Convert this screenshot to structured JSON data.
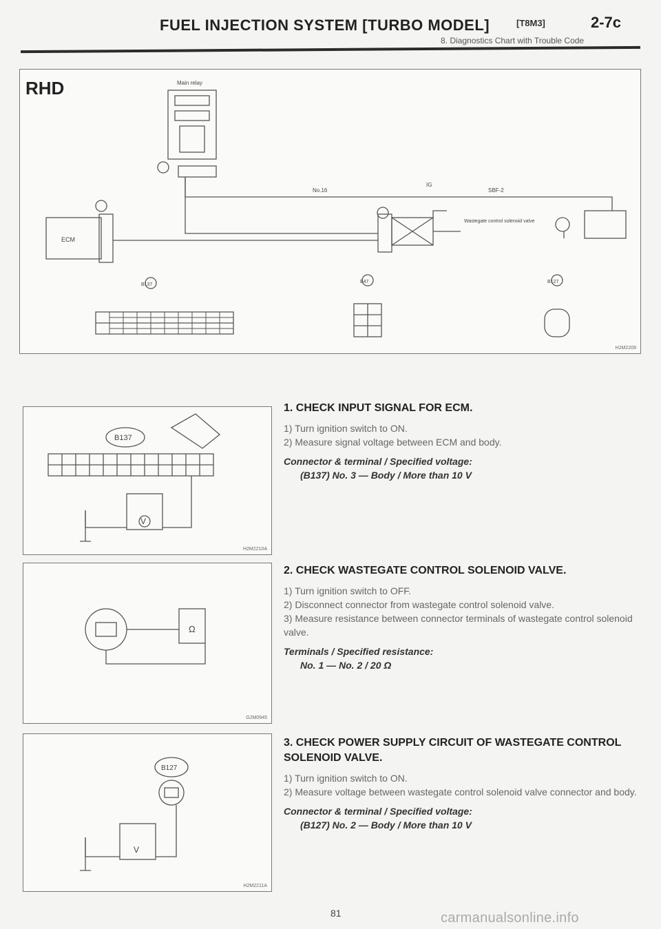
{
  "header": {
    "title": "FUEL INJECTION SYSTEM [TURBO MODEL]",
    "code": "[T8M3]",
    "page": "2-7c",
    "subtitle": "8. Diagnostics Chart with Trouble Code"
  },
  "figures": {
    "main": {
      "region_label": "RHD",
      "main_relay": "Main relay",
      "ecm": "ECM",
      "fuse_no": "No.16",
      "ignition": "IG",
      "sbf": "SBF-2",
      "solenoid": "Wastegate control solenoid valve",
      "connector_b137": "B137",
      "connector_b47": "B47",
      "connector_b127": "B127",
      "code": "H2M2209"
    },
    "fig1": {
      "connector": "B137",
      "meter": "V",
      "code": "H2M2210A"
    },
    "fig2": {
      "meter": "Ω",
      "code": "G2M0945"
    },
    "fig3": {
      "connector": "B127",
      "meter": "V",
      "code": "H2M2211A"
    }
  },
  "steps": [
    {
      "title": "1. CHECK INPUT SIGNAL FOR ECM.",
      "lines": [
        "1) Turn ignition switch to ON.",
        "2) Measure signal voltage between ECM and body."
      ],
      "spec_title": "Connector & terminal / Specified voltage:",
      "spec_value": "(B137) No. 3 — Body / More than 10 V"
    },
    {
      "title": "2. CHECK WASTEGATE CONTROL SOLENOID VALVE.",
      "lines": [
        "1) Turn ignition switch to OFF.",
        "2) Disconnect connector from wastegate control solenoid valve.",
        "3) Measure resistance between connector terminals of wastegate control solenoid valve."
      ],
      "spec_title": "Terminals / Specified resistance:",
      "spec_value": "No. 1 — No. 2 / 20 Ω"
    },
    {
      "title": "3. CHECK POWER SUPPLY CIRCUIT OF WASTEGATE CONTROL SOLENOID VALVE.",
      "lines": [
        "1) Turn ignition switch to ON.",
        "2) Measure voltage between wastegate control solenoid valve connector and body."
      ],
      "spec_title": "Connector & terminal / Specified voltage:",
      "spec_value": "(B127) No. 2 — Body / More than 10 V"
    }
  ],
  "footer": {
    "page_number": "81",
    "watermark": "carmanualsonline.info"
  }
}
